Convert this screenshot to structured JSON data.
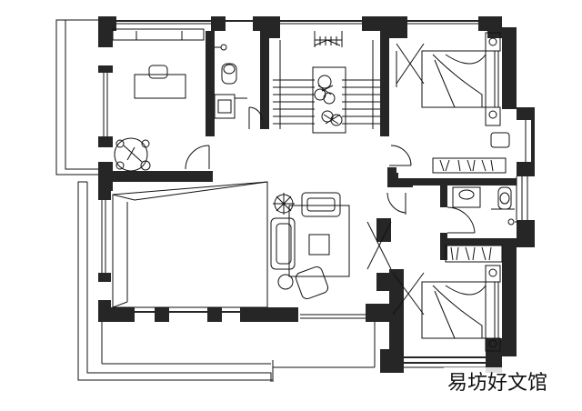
{
  "drawing": {
    "kind": "floor-plan",
    "rooms": [
      "study",
      "bathroom",
      "stairwell",
      "bedroom",
      "bedroom",
      "bathroom",
      "living-area",
      "terrace",
      "void"
    ],
    "line_color": "#111111",
    "wall_color": "#262626"
  },
  "watermark": {
    "text": "易坊好文馆"
  }
}
